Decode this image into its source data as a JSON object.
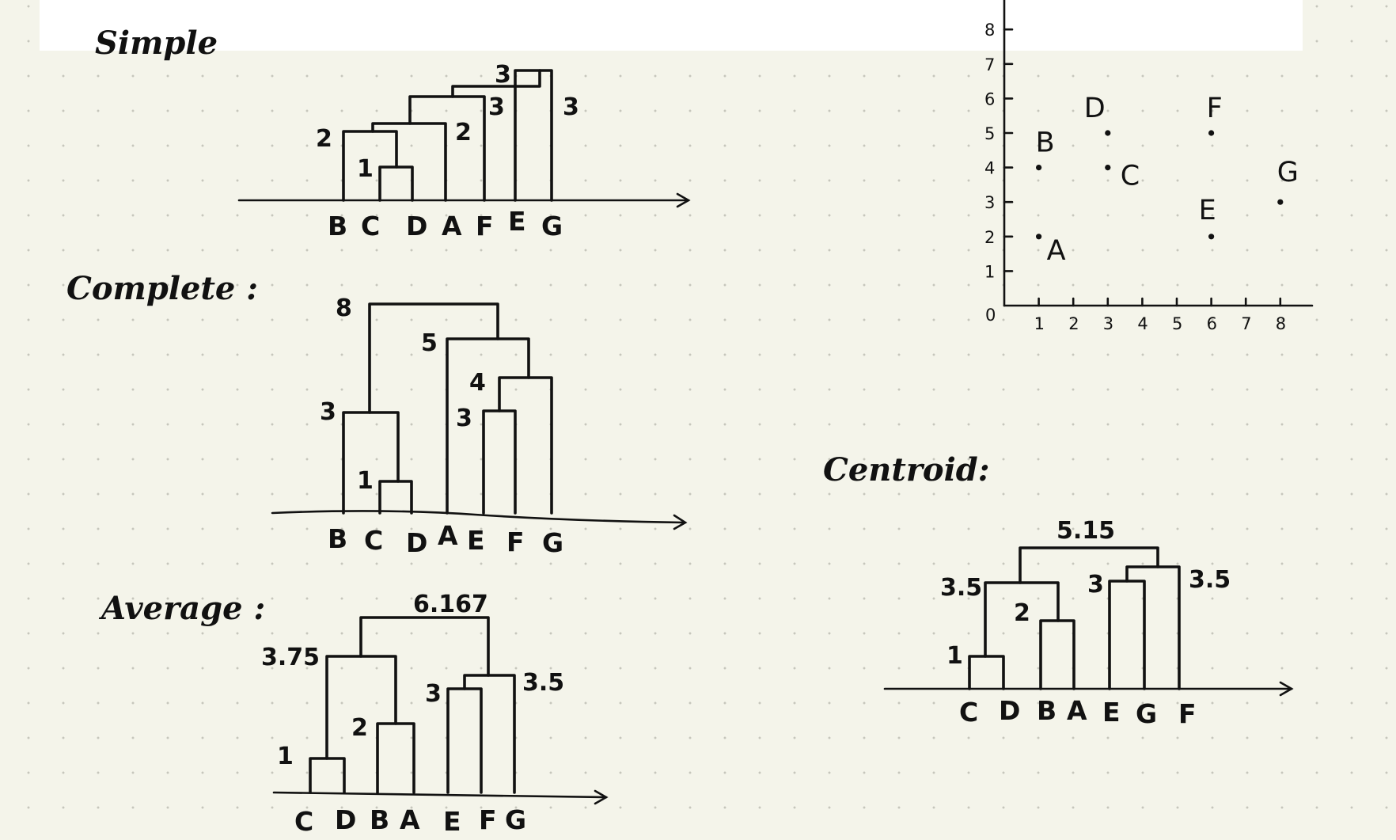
{
  "dendrograms": [
    {
      "id": "simple",
      "title": "Simple",
      "leaves": [
        "B",
        "C",
        "D",
        "A",
        "F",
        "E",
        "G"
      ],
      "height_labels": [
        "1",
        "2",
        "2",
        "3",
        "3",
        "3"
      ]
    },
    {
      "id": "complete",
      "title": "Complete :",
      "leaves": [
        "B",
        "C",
        "D",
        "A",
        "E",
        "F",
        "G"
      ],
      "height_labels": [
        "1",
        "3",
        "3",
        "4",
        "5",
        "8"
      ]
    },
    {
      "id": "average",
      "title": "Average :",
      "leaves": [
        "C",
        "D",
        "B",
        "A",
        "E",
        "F",
        "G"
      ],
      "height_labels": [
        "1",
        "2",
        "3.75",
        "3",
        "3.5",
        "6.167"
      ]
    },
    {
      "id": "centroid",
      "title": "Centroid:",
      "leaves": [
        "C",
        "D",
        "B",
        "A",
        "E",
        "G",
        "F"
      ],
      "height_labels": [
        "1",
        "2",
        "3.5",
        "3",
        "3.5",
        "5.15"
      ]
    }
  ],
  "scatter": {
    "x_ticks": [
      "1",
      "2",
      "3",
      "4",
      "5",
      "6",
      "7",
      "8"
    ],
    "y_ticks": [
      "1",
      "2",
      "3",
      "4",
      "5",
      "6",
      "7",
      "8"
    ],
    "origin_label": "0",
    "points": [
      {
        "label": "A",
        "x": 1,
        "y": 2
      },
      {
        "label": "B",
        "x": 1,
        "y": 4
      },
      {
        "label": "C",
        "x": 3,
        "y": 4
      },
      {
        "label": "D",
        "x": 3,
        "y": 5
      },
      {
        "label": "E",
        "x": 6,
        "y": 2
      },
      {
        "label": "F",
        "x": 6,
        "y": 5
      },
      {
        "label": "G",
        "x": 8,
        "y": 3
      }
    ]
  }
}
